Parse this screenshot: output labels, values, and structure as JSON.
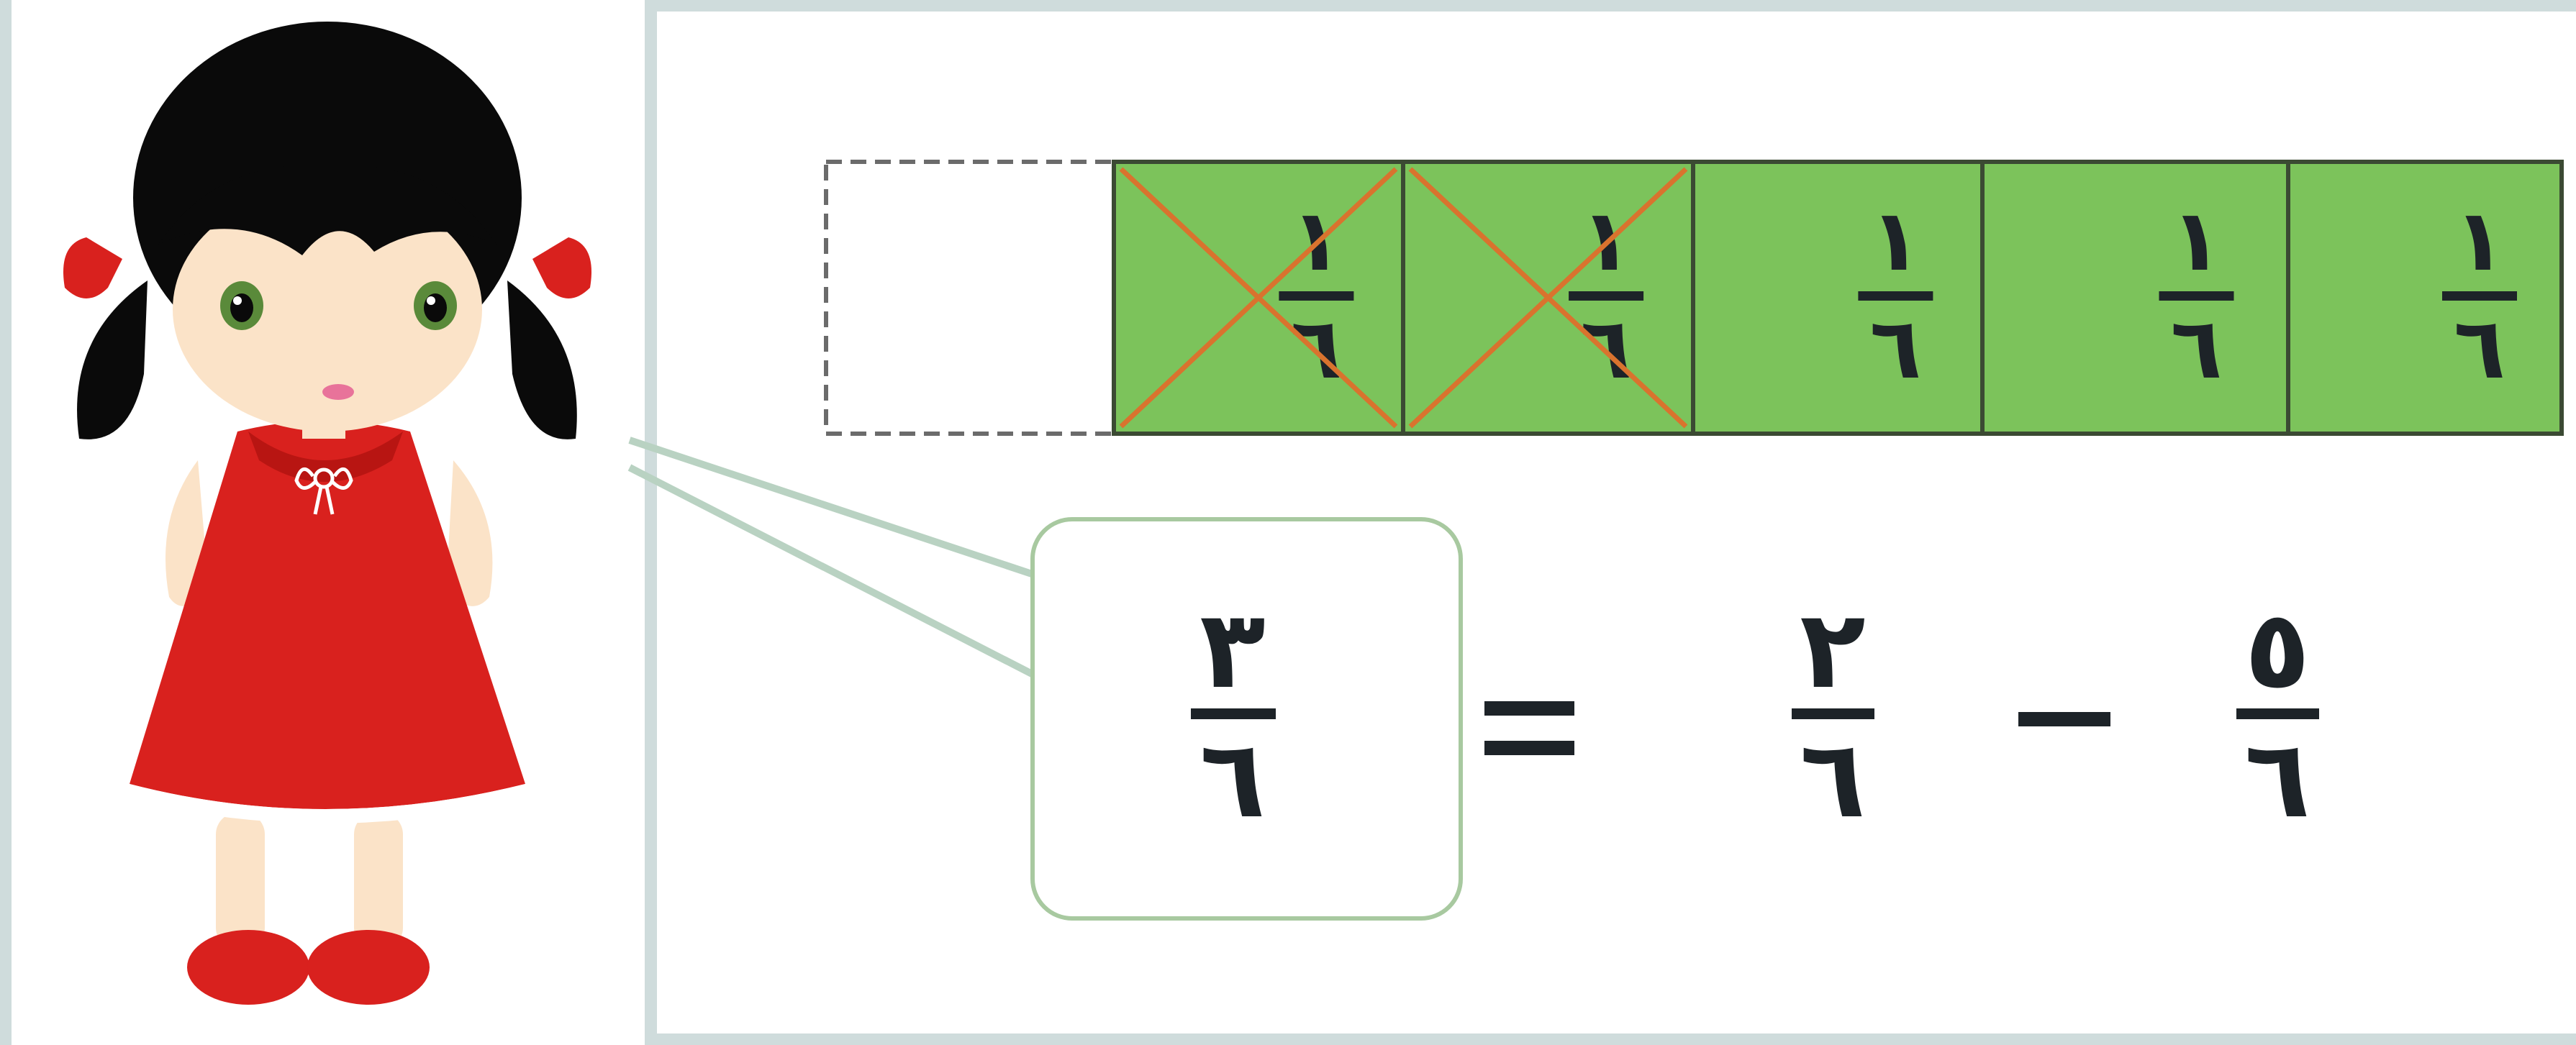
{
  "segment_fraction": {
    "numerator": "١",
    "denominator": "٦"
  },
  "bar": {
    "total_parts": 6,
    "empty_parts": 1,
    "crossed_parts": 2,
    "shown_parts": 5,
    "fill_color": "#7cc35b",
    "cross_color": "#d9732e",
    "border_color": "#3b4a33"
  },
  "equation": {
    "minuend": {
      "numerator": "٥",
      "denominator": "٦"
    },
    "operator": "minus",
    "subtrahend": {
      "numerator": "٢",
      "denominator": "٦"
    },
    "equals": "equals",
    "result": {
      "numerator": "٣",
      "denominator": "٦"
    }
  },
  "character": {
    "icon": "girl-character-icon",
    "dress_color": "#d9211e",
    "hair_color": "#0a0a0a",
    "skin_color": "#fbe3c8"
  },
  "callout": {
    "border_color": "#a8c9a0",
    "tail_color": "#b9d2c2"
  }
}
